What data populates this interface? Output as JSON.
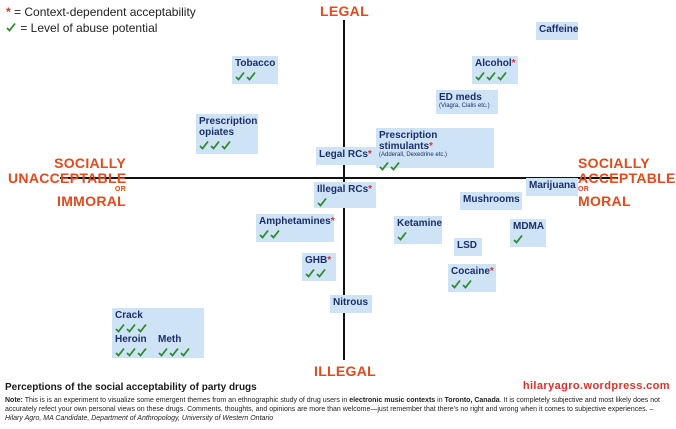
{
  "legend": {
    "star_symbol": "*",
    "star_text": " = Context-dependent acceptability",
    "tick_text": " = Level of abuse potential"
  },
  "axes": {
    "top": "LEGAL",
    "bottom": "ILLEGAL",
    "left_line1": "SOCIALLY",
    "left_line2": "UNACCEPTABLE",
    "left_or": "OR",
    "left_line3": "IMMORAL",
    "right_line1": "SOCIALLY",
    "right_line2": "ACCEPTABLE",
    "right_or": "OR",
    "right_line3": "MORAL"
  },
  "drugs": {
    "caffeine": {
      "name": "Caffeine",
      "ticks": 0
    },
    "tobacco": {
      "name": "Tobacco",
      "ticks": 2
    },
    "alcohol": {
      "name": "Alcohol",
      "star": "*",
      "ticks": 3
    },
    "ed_meds": {
      "name": "ED meds",
      "sub": "(Viagra, Cialis etc.)",
      "ticks": 0
    },
    "prescription_opiates": {
      "name_line1": "Prescription",
      "name_line2": "opiates",
      "ticks": 3
    },
    "prescription_stimulants": {
      "name": "Prescription stimulants",
      "star": "*",
      "sub": "(Adderall, Dexedrine etc.)",
      "ticks": 2
    },
    "legal_rcs": {
      "name": "Legal RCs",
      "star": "*",
      "ticks": 0
    },
    "illegal_rcs": {
      "name": "Illegal RCs",
      "star": "*",
      "ticks": 1
    },
    "marijuana": {
      "name": "Marijuana",
      "ticks": 0
    },
    "mushrooms": {
      "name": "Mushrooms",
      "ticks": 0
    },
    "amphetamines": {
      "name": "Amphetamines",
      "star": "*",
      "ticks": 2
    },
    "ketamine": {
      "name": "Ketamine",
      "ticks": 1
    },
    "mdma": {
      "name": "MDMA",
      "ticks": 1
    },
    "lsd": {
      "name": "LSD",
      "ticks": 0
    },
    "ghb": {
      "name": "GHB",
      "star": "*",
      "ticks": 2
    },
    "cocaine": {
      "name": "Cocaine",
      "star": "*",
      "ticks": 2
    },
    "nitrous": {
      "name": "Nitrous",
      "ticks": 0
    },
    "crack": {
      "name": "Crack",
      "ticks": 3
    },
    "heroin": {
      "name": "Heroin",
      "ticks": 3
    },
    "meth": {
      "name": "Meth",
      "ticks": 3
    }
  },
  "colors": {
    "accent_red": "#d8342a",
    "box_fill": "#cfe3f7",
    "tick_green": "#2f8a2f"
  },
  "footer": {
    "title": "Perceptions of the social acceptability of party drugs",
    "site": "hilaryagro.wordpress.com",
    "note_label": "Note:",
    "note_p1": " This is is an experiment to visualize some emergent themes from an ethnographic study of drug users in ",
    "note_em1": "electronic music contexts",
    "note_p2": " in ",
    "note_em2": "Toronto, Canada",
    "note_p3": ". It is completely subjective and most likely does not accurately refect your own personal views on these drugs. Comments, thoughts, and opinions are more than welcome—just remember that there's no right and wrong when it comes to subjective experiences. ",
    "note_sig": "–Hilary Agro, MA Candidate, Department of Anthropology, University of Western Ontario"
  }
}
